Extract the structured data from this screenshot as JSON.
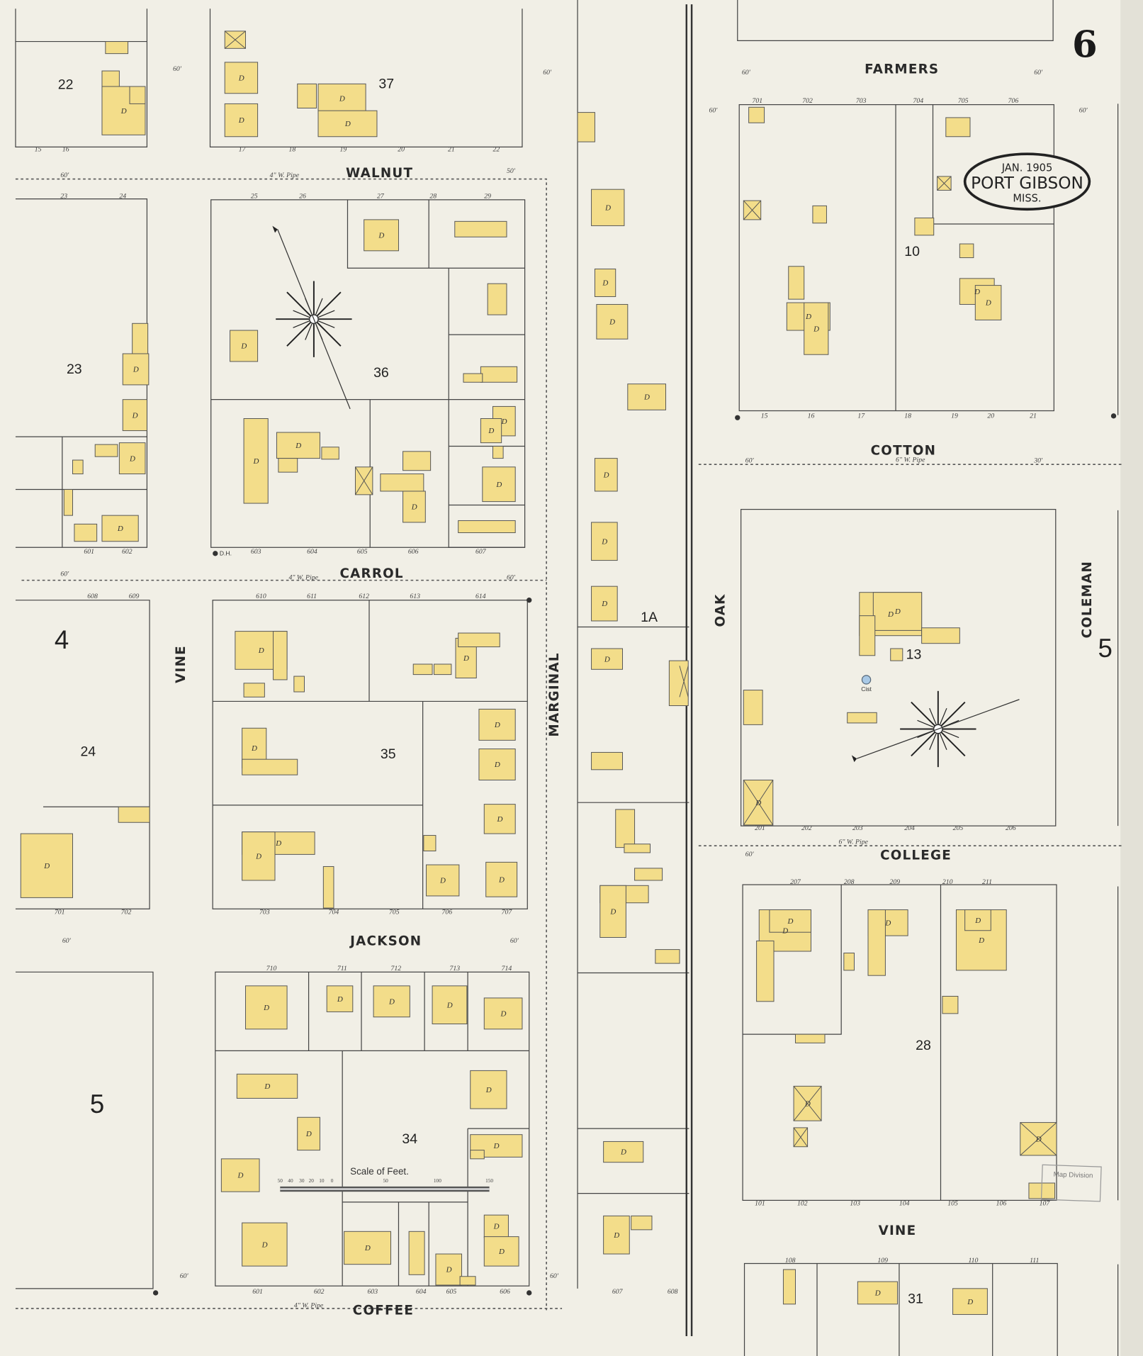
{
  "sheet": {
    "page_number": "6",
    "title_date": "JAN. 1905",
    "title_town": "PORT GIBSON",
    "title_state": "MISS.",
    "stamp_text": "Map Division",
    "dwelling_label": "D"
  },
  "streets": {
    "walnut": "WALNUT",
    "carrol": "CARROL",
    "jackson": "JACKSON",
    "coffee": "COFFEE",
    "farmers": "FARMERS",
    "cotton": "COTTON",
    "college": "COLLEGE",
    "vine_h": "VINE",
    "vine_v": "VINE",
    "marginal": "MARGINAL",
    "oak": "OAK",
    "coleman": "COLEMAN"
  },
  "street_widths": [
    "60'",
    "60'",
    "50'",
    "60'",
    "60'",
    "60'",
    "60'",
    "60'",
    "60'",
    "60'",
    "60'",
    "60'",
    "60'",
    "60'",
    "30'",
    "60'",
    "60'"
  ],
  "pipes": [
    "4\" W. Pipe",
    "4\" W. Pipe",
    "4\" W. Pipe",
    "6\" W. Pipe",
    "6\" W. Pipe"
  ],
  "blocks": {
    "b22": "22",
    "b37": "37",
    "b23": "23",
    "b36": "36",
    "b24": "24",
    "b35": "35",
    "b34": "34",
    "b1a": "1A",
    "b10": "10",
    "b13": "13",
    "b28": "28",
    "b31": "31",
    "sheet4": "4",
    "sheet5_left": "5",
    "sheet5_right": "5"
  },
  "lot_numbers": [
    "15",
    "16",
    "17",
    "18",
    "19",
    "20",
    "21",
    "22",
    "23",
    "24",
    "25",
    "26",
    "27",
    "28",
    "29",
    "601",
    "602",
    "603",
    "604",
    "605",
    "606",
    "607",
    "608",
    "609",
    "610",
    "611",
    "612",
    "613",
    "614",
    "701",
    "702",
    "703",
    "704",
    "705",
    "706",
    "707",
    "710",
    "711",
    "712",
    "713",
    "714",
    "601",
    "602",
    "603",
    "604",
    "605",
    "606",
    "607",
    "608",
    "701",
    "702",
    "703",
    "704",
    "705",
    "706",
    "15",
    "16",
    "17",
    "18",
    "19",
    "20",
    "21",
    "201",
    "202",
    "203",
    "204",
    "205",
    "206",
    "207",
    "208",
    "209",
    "210",
    "211",
    "101",
    "102",
    "103",
    "104",
    "105",
    "106",
    "107",
    "108",
    "109",
    "110",
    "111"
  ],
  "labels": {
    "dh": "D.H.",
    "cist": "Cist"
  },
  "scale": {
    "title": "Scale of Feet.",
    "ticks": [
      "50",
      "40",
      "30",
      "20",
      "10",
      "0",
      "50",
      "100",
      "150"
    ]
  },
  "colors": {
    "dwelling": "#f3dd8a",
    "paper": "#f1efe6",
    "ink": "#444444"
  }
}
